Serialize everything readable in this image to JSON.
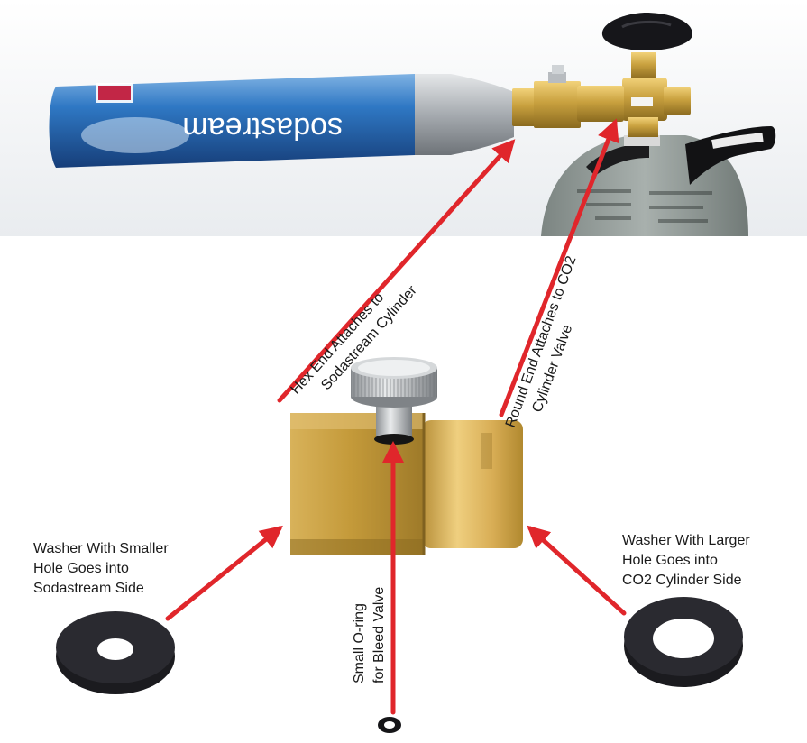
{
  "product_text": {
    "brand": "sodastream"
  },
  "annotations": {
    "hex_end": [
      "Hex End Attaches to",
      "Sodastream Cylinder"
    ],
    "round_end": [
      "Round End Attaches to CO2",
      "Cylinder Valve"
    ],
    "washer_small": [
      "Washer With Smaller",
      "Hole Goes into",
      "Sodastream Side"
    ],
    "washer_large": [
      "Washer With Larger",
      "Hole Goes into",
      "CO2 Cylinder Side"
    ],
    "oring": [
      "Small O-ring",
      "for Bleed Valve"
    ]
  },
  "colors": {
    "arrow": "#e0262b",
    "brass": "#c9a13f",
    "cylinder_blue": "#2b6fb6",
    "tank_gray": "#8e9795",
    "rubber": "#1b1b1f"
  }
}
